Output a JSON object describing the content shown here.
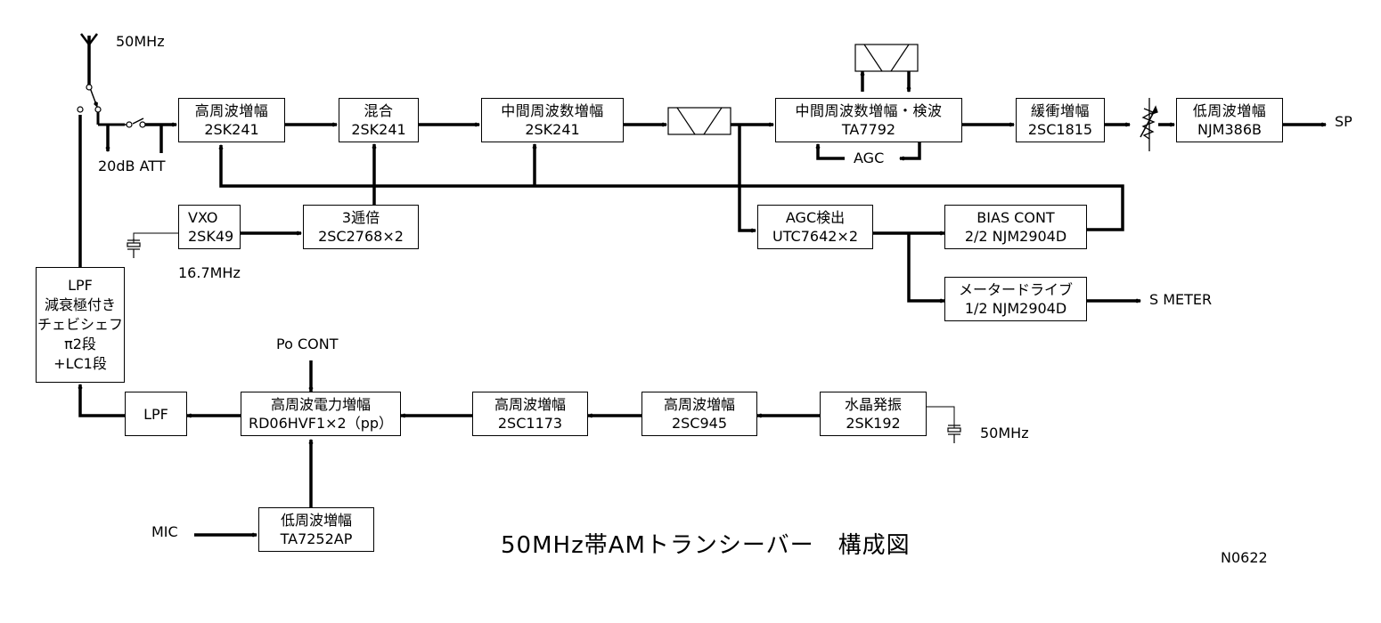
{
  "title": "50MHz帯AMトランシーバー　構成図",
  "doc_id": "N0622",
  "colors": {
    "line": "#000000",
    "background": "#ffffff"
  },
  "labels": {
    "antenna_freq": "50MHz",
    "att": "20dB ATT",
    "vxo_freq": "16.7MHz",
    "sp": "SP",
    "agc": "AGC",
    "s_meter": "S METER",
    "po_cont": "Po CONT",
    "tx_xtal_freq": "50MHz",
    "mic": "MIC"
  },
  "blocks": {
    "rf_amp": {
      "l1": "高周波増幅",
      "l2": "2SK241"
    },
    "mixer": {
      "l1": "混合",
      "l2": "2SK241"
    },
    "if_amp": {
      "l1": "中間周波数増幅",
      "l2": "2SK241"
    },
    "if_det": {
      "l1": "中間周波数増幅・検波",
      "l2": "TA7792"
    },
    "buffer": {
      "l1": "緩衝増幅",
      "l2": "2SC1815"
    },
    "af_amp": {
      "l1": "低周波増幅",
      "l2": "NJM386B"
    },
    "vxo": {
      "l1": "VXO",
      "l2": "2SK49"
    },
    "tripler": {
      "l1": "3逓倍",
      "l2": "2SC2768×2"
    },
    "agc_det": {
      "l1": "AGC検出",
      "l2": "UTC7642×2"
    },
    "bias_cont": {
      "l1": "BIAS CONT",
      "l2": "2/2  NJM2904D"
    },
    "meter_drive": {
      "l1": "メータードライブ",
      "l2": "1/2  NJM2904D"
    },
    "lpf_main": {
      "l1": "LPF",
      "l2": "減衰極付き",
      "l3": "チェビシェフ",
      "l4": "π2段",
      "l5": "+LC1段"
    },
    "lpf": {
      "l1": "LPF"
    },
    "pa": {
      "l1": "高周波電力増幅",
      "l2": "RD06HVF1×2（pp）"
    },
    "tx_amp2": {
      "l1": "高周波増幅",
      "l2": "2SC1173"
    },
    "tx_amp1": {
      "l1": "高周波増幅",
      "l2": "2SC945"
    },
    "xtal_osc": {
      "l1": "水晶発振",
      "l2": "2SK192"
    },
    "mic_amp": {
      "l1": "低周波増幅",
      "l2": "TA7252AP"
    }
  }
}
